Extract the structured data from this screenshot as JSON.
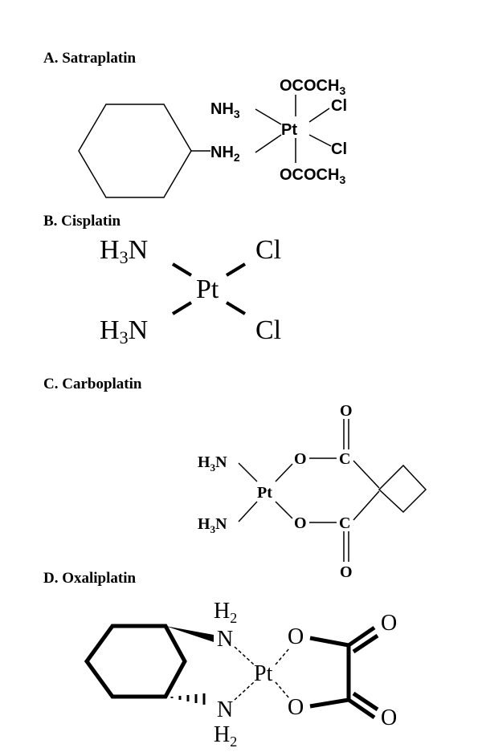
{
  "sections": {
    "a": {
      "label": "A. Satraplatin",
      "atoms": {
        "pt": "Pt",
        "nh3": "NH",
        "nh3_sub": "3",
        "nh2": "NH",
        "nh2_sub": "2",
        "ac_top": "OCOCH",
        "ac_top_sub": "3",
        "ac_bottom": "OCOCH",
        "ac_bottom_sub": "3",
        "cl_top": "Cl",
        "cl_bottom": "Cl"
      }
    },
    "b": {
      "label": "B. Cisplatin",
      "atoms": {
        "pt": "Pt",
        "h3n_top_h": "H",
        "h3n_top_sub": "3",
        "h3n_top_n": "N",
        "h3n_bottom_h": "H",
        "h3n_bottom_sub": "3",
        "h3n_bottom_n": "N",
        "cl_top": "Cl",
        "cl_bottom": "Cl"
      }
    },
    "c": {
      "label": "C. Carboplatin",
      "atoms": {
        "pt": "Pt",
        "h3n_top_h": "H",
        "h3n_top_sub": "3",
        "h3n_top_n": "N",
        "h3n_bottom_h": "H",
        "h3n_bottom_sub": "3",
        "h3n_bottom_n": "N",
        "o_top": "O",
        "o_bottom": "O",
        "c_top": "C",
        "c_bottom": "C",
        "o_carbonyl_top": "O",
        "o_carbonyl_bottom": "O"
      }
    },
    "d": {
      "label": "D. Oxaliplatin",
      "atoms": {
        "pt": "Pt",
        "h2_top_h": "H",
        "h2_top_sub": "2",
        "n_top": "N",
        "n_bottom": "N",
        "h2_bottom_h": "H",
        "h2_bottom_sub": "2",
        "o_ring_top": "O",
        "o_ring_bottom": "O",
        "o_carbonyl_top": "O",
        "o_carbonyl_bottom": "O"
      }
    }
  }
}
